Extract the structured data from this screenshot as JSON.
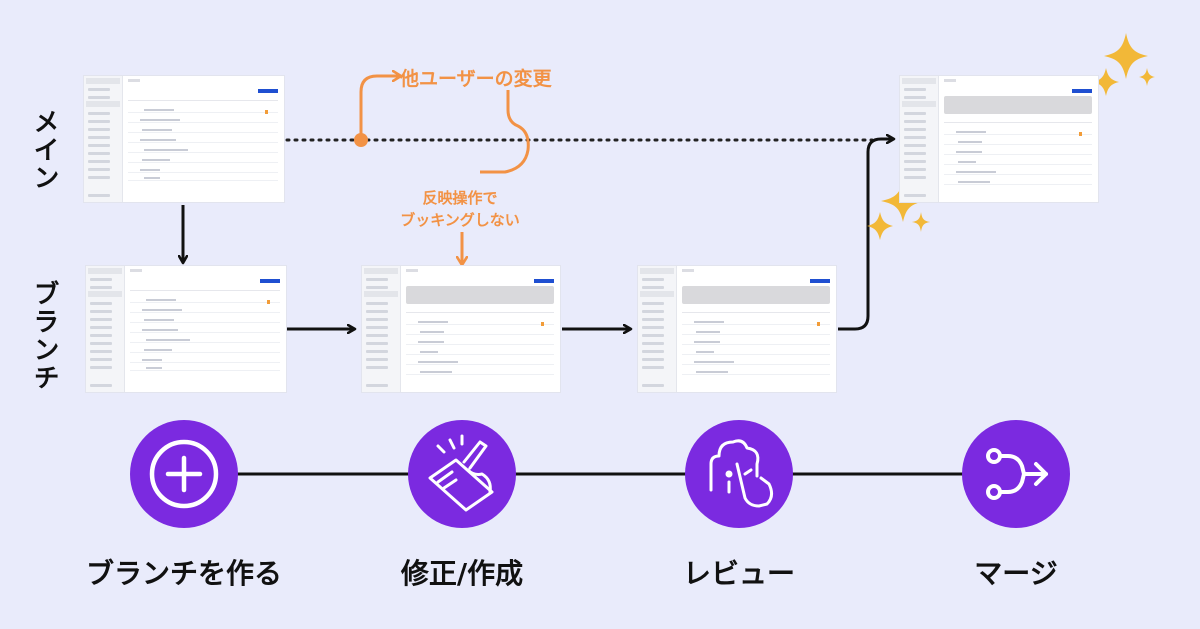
{
  "lanes": {
    "main": "メイン",
    "branch": "ブランチ"
  },
  "notes": {
    "other_user_change": "他ユーザーの変更",
    "reflect_line1": "反映操作で",
    "reflect_line2": "ブッキングしない"
  },
  "phases": [
    {
      "label": "ブランチを作る",
      "icon": "plus-circle-icon"
    },
    {
      "label": "修正/作成",
      "icon": "hand-writing-icon"
    },
    {
      "label": "レビュー",
      "icon": "review-hand-icon"
    },
    {
      "label": "マージ",
      "icon": "merge-arrow-icon"
    }
  ],
  "colors": {
    "background": "#e9ebfb",
    "phase": "#7b2ae0",
    "accent_orange": "#f29245",
    "sparkle": "#f2b838",
    "cta_blue": "#1f4fd1",
    "line": "#111111"
  }
}
